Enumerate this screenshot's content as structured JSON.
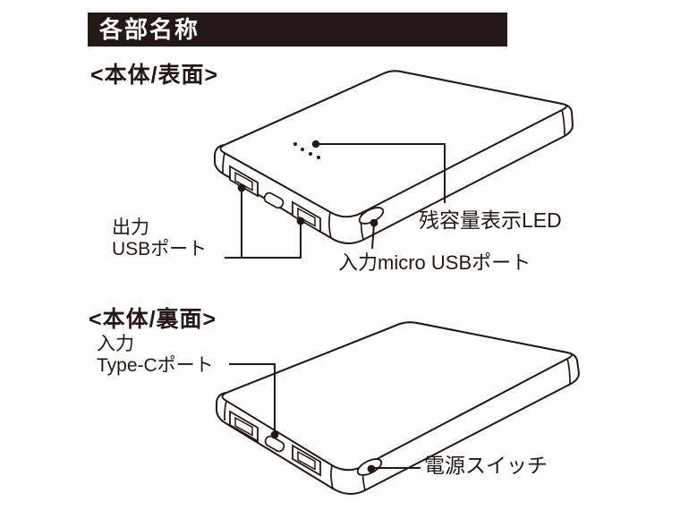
{
  "colors": {
    "ink": "#231815",
    "background": "#ffffff"
  },
  "header": {
    "title": "各部名称"
  },
  "front_section": {
    "heading": "<本体/表面>",
    "labels": {
      "output_usb_line1": "出力",
      "output_usb_line2": "USBポート",
      "battery_level_led": "残容量表示LED",
      "micro_usb_input": "入力micro USBポート"
    }
  },
  "back_section": {
    "heading": "<本体/裏面>",
    "labels": {
      "type_c_input_line1": "入力",
      "type_c_input_line2": "Type-Cポート",
      "power_switch": "電源スイッチ"
    }
  }
}
